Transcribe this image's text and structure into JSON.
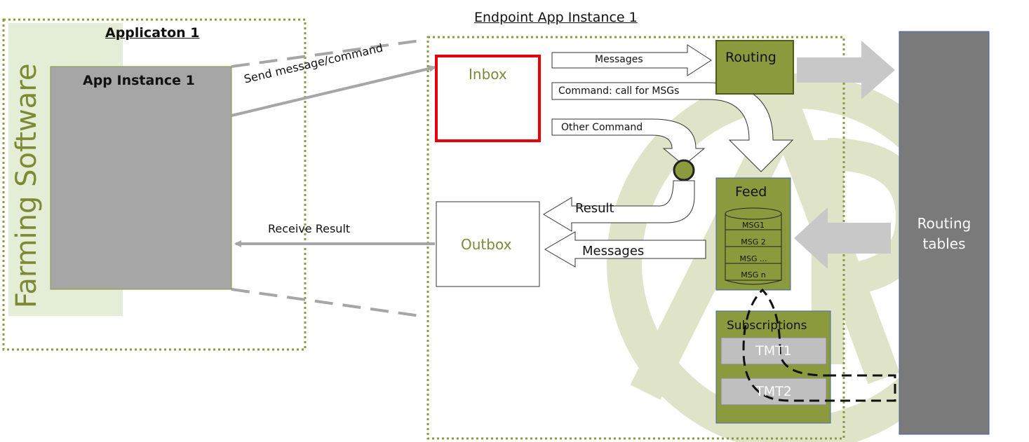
{
  "application": {
    "title": "Applicaton 1",
    "side_label": "Farming Software",
    "instance_label": "App Instance 1"
  },
  "endpoint": {
    "title": "Endpoint App Instance 1"
  },
  "inbox": {
    "label": "Inbox"
  },
  "outbox": {
    "label": "Outbox"
  },
  "routing": {
    "label": "Routing"
  },
  "routing_tables": {
    "line1": "Routing",
    "line2": "tables"
  },
  "feed": {
    "label": "Feed",
    "messages": [
      "MSG1",
      "MSG 2",
      "MSG  ...",
      "MSG n"
    ]
  },
  "subscriptions": {
    "label": "Subscriptions",
    "items": [
      "TMT1",
      "TMT2"
    ]
  },
  "arrows": {
    "send": "Send message/command",
    "receive": "Receive Result",
    "messages_in": "Messages",
    "call_for_msgs": "Command: call for MSGs",
    "other_command": "Other Command",
    "result": "Result",
    "messages_out": "Messages"
  },
  "colors": {
    "olive": "#8b9a3c",
    "olive_dark": "#5f6b22",
    "olive_text": "#7d8a35",
    "light_green": "#e4eed6",
    "gray": "#a6a6a6",
    "dark_gray": "#7a7a7a",
    "red": "#e8000b",
    "watermark": "#dfe3c7"
  }
}
